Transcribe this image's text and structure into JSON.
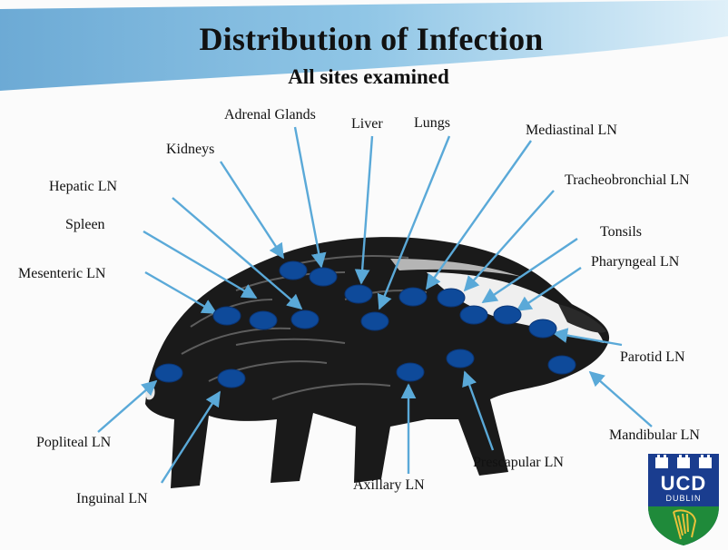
{
  "slide": {
    "title": "Distribution of Infection",
    "subtitle": "All sites examined"
  },
  "colors": {
    "header_band": "#5aa6d6",
    "arrow": "#5aa9d8",
    "marker": "#0e4a9a",
    "logo_blue": "#1a3d8f",
    "logo_green": "#1f8a3a"
  },
  "labels": {
    "adrenal_glands": "Adrenal Glands",
    "liver": "Liver",
    "lungs": "Lungs",
    "mediastinal_ln": "Mediastinal LN",
    "kidneys": "Kidneys",
    "hepatic_ln": "Hepatic LN",
    "tracheobronchial_ln": "Tracheobronchial LN",
    "spleen": "Spleen",
    "tonsils": "Tonsils",
    "mesenteric_ln": "Mesenteric LN",
    "pharyngeal_ln": "Pharyngeal  LN",
    "parotid_ln": "Parotid LN",
    "popliteal_ln": "Popliteal LN",
    "mandibular_ln": "Mandibular LN",
    "prescapular_ln": "Prescapular LN",
    "axillary_ln": "Axillary LN",
    "inguinal_ln": "Inguinal LN"
  },
  "logo": {
    "text": "UCD",
    "subtext": "DUBLIN",
    "icon": "ucd-crest-harp-icon"
  },
  "illustration": "badger-icon"
}
